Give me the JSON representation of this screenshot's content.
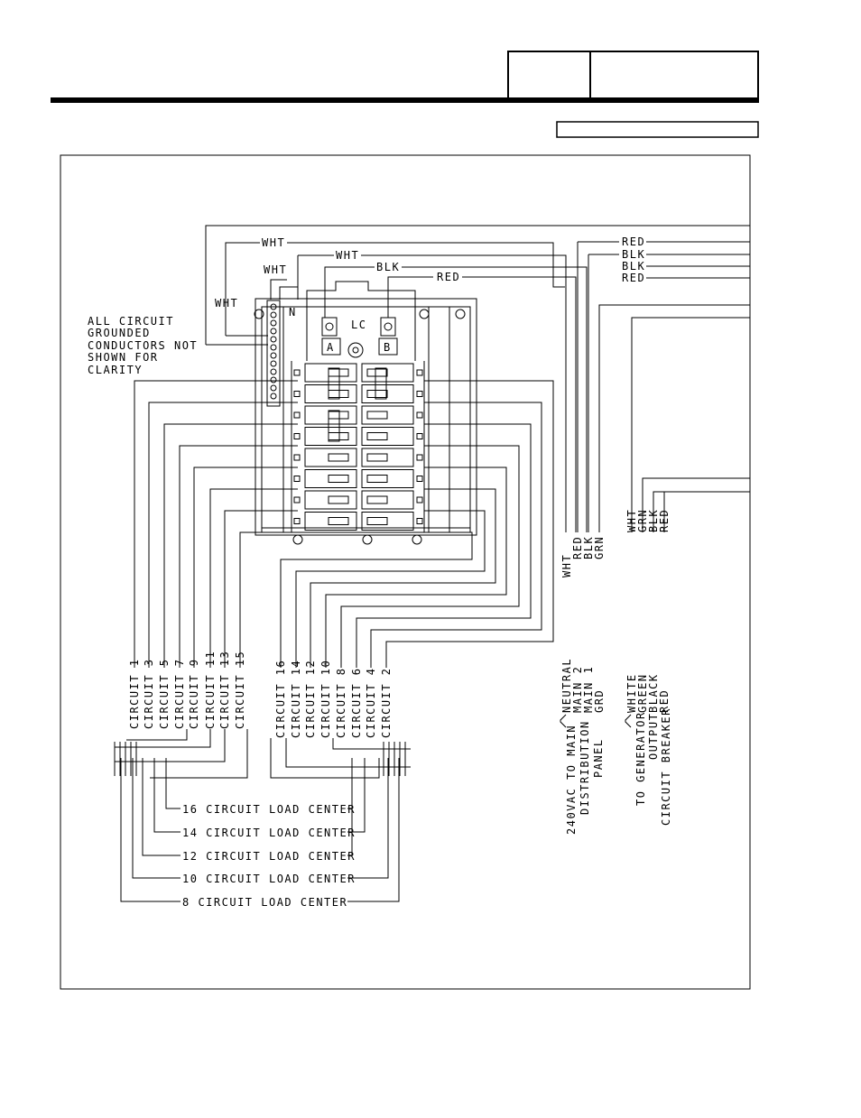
{
  "panel_labels": {
    "neutral_bar": "N",
    "load_center": "LC",
    "phase_a": "A",
    "phase_b": "B"
  },
  "top_wires": {
    "wht1": "WHT",
    "wht2": "WHT",
    "wht3": "WHT",
    "wht4": "WHT",
    "blk": "BLK",
    "red": "RED"
  },
  "right_wires": [
    "RED",
    "BLK",
    "BLK",
    "RED"
  ],
  "note": [
    "ALL CIRCUIT",
    "GROUNDED",
    "CONDUCTORS NOT",
    "SHOWN FOR",
    "CLARITY"
  ],
  "main_panel": {
    "short_labels": [
      "WHT",
      "RED",
      "BLK",
      "GRN"
    ],
    "long_labels": [
      "NEUTRAL",
      "MAIN 2",
      "MAIN 1",
      "GRD"
    ],
    "caption": [
      "240VAC TO MAIN",
      "DISTRIBUTION",
      "PANEL"
    ]
  },
  "generator": {
    "short_labels": [
      "WHT",
      "GRN",
      "BLK",
      "RED"
    ],
    "long_labels": [
      "WHITE",
      "GREEN",
      "BLACK",
      "RED"
    ],
    "caption": [
      "TO GENERATOR",
      "OUTPUT",
      "CIRCUIT BREAKER"
    ]
  },
  "circuits_left": [
    "CIRCUIT 1",
    "CIRCUIT 3",
    "CIRCUIT 5",
    "CIRCUIT 7",
    "CIRCUIT 9",
    "CIRCUIT 11",
    "CIRCUIT 13",
    "CIRCUIT 15"
  ],
  "circuits_right": [
    "CIRCUIT 16",
    "CIRCUIT 14",
    "CIRCUIT 12",
    "CIRCUIT 10",
    "CIRCUIT 8",
    "CIRCUIT 6",
    "CIRCUIT 4",
    "CIRCUIT 2"
  ],
  "load_centers": [
    "16 CIRCUIT LOAD CENTER",
    "14 CIRCUIT LOAD CENTER",
    "12 CIRCUIT LOAD CENTER",
    "10 CIRCUIT LOAD CENTER",
    "8 CIRCUIT LOAD CENTER"
  ]
}
